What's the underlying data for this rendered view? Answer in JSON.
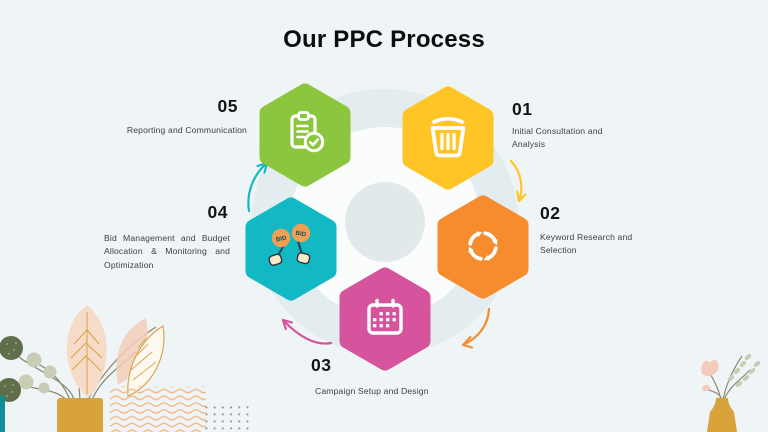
{
  "title": "Our PPC Process",
  "steps": [
    {
      "number": "01",
      "label": "Initial Consultation and Analysis",
      "color": "#FFC425",
      "icon": "basket-icon"
    },
    {
      "number": "02",
      "label": "Keyword Research and Selection",
      "color": "#F68C2E",
      "icon": "cycle-arrows-icon"
    },
    {
      "number": "03",
      "label": "Campaign Setup and Design",
      "color": "#D6549E",
      "icon": "calendar-icon"
    },
    {
      "number": "04",
      "label": "Bid Management and Budget Allocation & Monitoring and Optimization",
      "color": "#12B9C5",
      "icon": "bid-paddles-icon"
    },
    {
      "number": "05",
      "label": "Reporting and Communication",
      "color": "#8CC63F",
      "icon": "clipboard-check-icon"
    }
  ],
  "bid_text": "BID",
  "colors": {
    "background": "#EFF5F6",
    "ring_band": "#E3ECEE",
    "ring_inner": "#FBFDFD",
    "ring_center": "#E2E9EB",
    "title_text": "#0D0D0D",
    "number_text": "#141414",
    "label_text": "#3E3E3E",
    "vase": "#D9A33C",
    "wave_pattern": "#F2BC8C",
    "leaf_pink": "#F6DBC9",
    "leaf_sage": "#C9CDB6",
    "pompom_olive": "#606E4C",
    "dot_grid": "#9A9A9A",
    "edge_bar": "#128C96",
    "paddle_fill": "#F0A054",
    "paddle_text": "#1F4E5A",
    "hand_fill": "#FAE8CC"
  }
}
